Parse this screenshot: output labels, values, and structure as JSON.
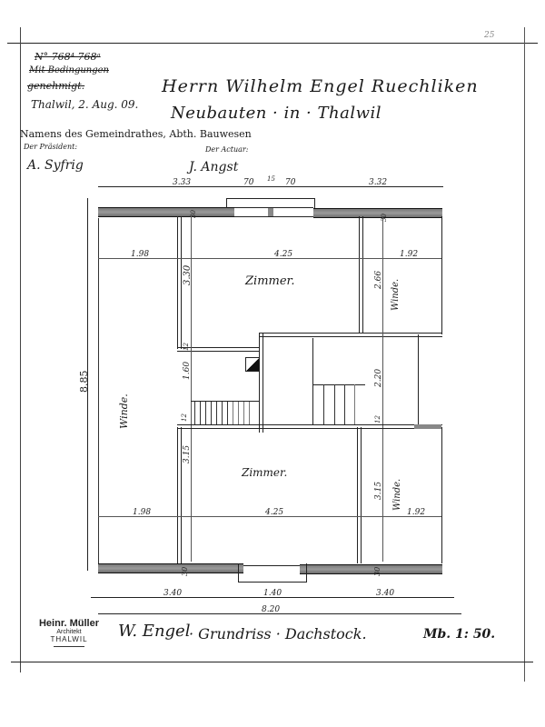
{
  "header": {
    "approval_number": "N° 768⁴ 768ᵃ",
    "approval_note_line1": "Mit Bedingungen",
    "approval_note_line2": "genehmigt.",
    "approval_place_date": "Thalwil, 2. Aug. 09.",
    "client": "Herrn Wilhelm Engel Ruechliken",
    "project": "Neubauten · in · Thalwil",
    "authority": "Namens des Gemeindrathes, Abth. Bauwesen",
    "president_label": "Der Präsident:",
    "president_signature": "A. Syfrig",
    "actuary_label": "Der Actuar:",
    "actuary_signature": "J. Angst",
    "sheet_number": "25"
  },
  "plan": {
    "top_dimensions": [
      "3.33",
      "70",
      "15",
      "70",
      "3.32"
    ],
    "overall_height": "8.85",
    "wall_thickness_top_left": "30",
    "wall_thickness_top_right": "30",
    "wall_thickness_bottom_left": "30",
    "wall_thickness_bottom_right": "30",
    "rooms": [
      {
        "label": "Zimmer.",
        "position": "upper-center",
        "width": "4.25",
        "depth": "3.30"
      },
      {
        "label": "Zimmer.",
        "position": "lower-center",
        "width": "4.25",
        "depth": "3.15"
      },
      {
        "label": "Winde.",
        "position": "left",
        "width": "1.98"
      },
      {
        "label": "Winde.",
        "position": "upper-right",
        "width": "1.92",
        "depth": "2.66"
      },
      {
        "label": "Winde.",
        "position": "lower-right",
        "width": "1.92",
        "depth": "3.15"
      }
    ],
    "left_width_upper": "1.98",
    "left_width_lower": "1.98",
    "upper_room_width": "4.25",
    "lower_room_width": "4.25",
    "right_width_upper": "1.92",
    "right_width_lower": "1.92",
    "upper_room_depth": "3.30",
    "lower_room_depth": "3.15",
    "right_upper_depth": "2.66",
    "right_lower_depth": "3.15",
    "hall_depth_left": "1.60",
    "hall_depth_right": "2.20",
    "partition_12_a": "12",
    "partition_12_b": "12",
    "partition_12_c": "12",
    "bottom_dimensions": [
      "3.40",
      "1.40",
      "3.40"
    ],
    "overall_width": "8.20"
  },
  "footer": {
    "architect_name": "Heinr. Müller",
    "architect_title": "Architekt",
    "architect_town": "THALWIL",
    "owner_signature": "W. Engel",
    "drawing_title": "· Grundriss · Dachstock.",
    "scale": "Mb. 1: 50."
  }
}
